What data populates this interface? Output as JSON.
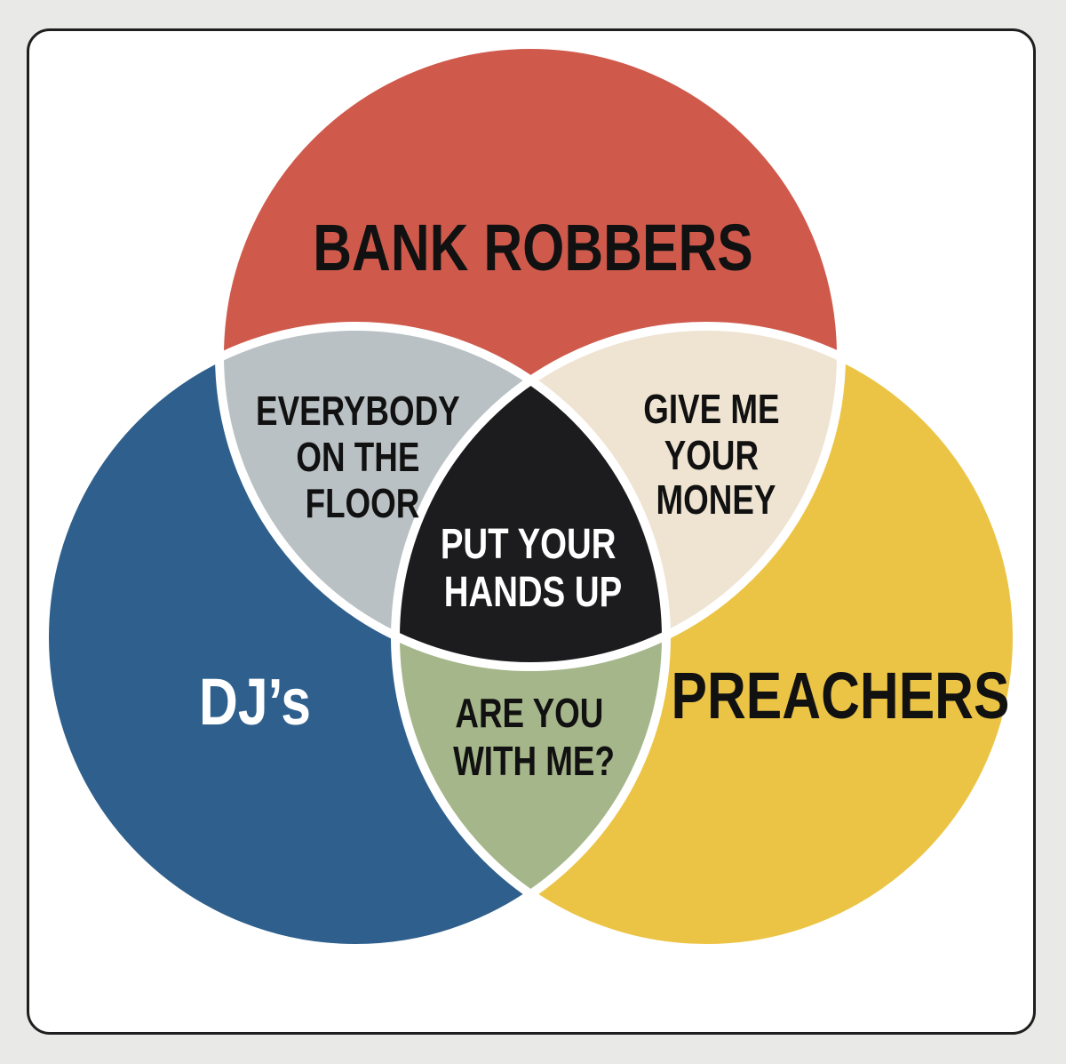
{
  "diagram": {
    "type": "venn-3",
    "sets": {
      "top": {
        "label": "BANK ROBBERS",
        "color": "#cf5a4c",
        "text_color": "#111111"
      },
      "left": {
        "label": "DJ’s",
        "color": "#2f5f8c",
        "text_color": "#ffffff"
      },
      "right": {
        "label": "PREACHERS",
        "color": "#ecc445",
        "text_color": "#111111"
      }
    },
    "intersections": {
      "top_left": {
        "lines": [
          "EVERYBODY",
          "ON THE",
          "FLOOR"
        ],
        "color": "#b9c1c4",
        "text_color": "#111111"
      },
      "top_right": {
        "lines": [
          "GIVE ME",
          "YOUR",
          "MONEY"
        ],
        "color": "#efe3d1",
        "text_color": "#111111"
      },
      "left_right": {
        "lines": [
          "ARE YOU",
          "WITH ME?"
        ],
        "color": "#a5b68a",
        "text_color": "#111111"
      },
      "center": {
        "lines": [
          "PUT YOUR",
          "HANDS UP"
        ],
        "color": "#1c1c1e",
        "text_color": "#ffffff"
      }
    },
    "outline_color": "#ffffff"
  }
}
